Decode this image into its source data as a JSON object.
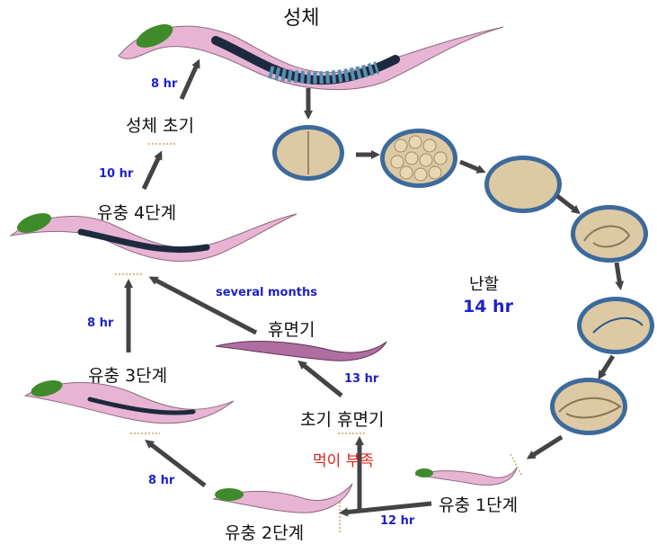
{
  "title": "성체",
  "colors": {
    "worm_body": "#e8b4d4",
    "worm_head": "#3f8a2a",
    "gonad": "#1d2a3e",
    "egg_fill": "#ddc9a3",
    "egg_rim": "#3d6a9c",
    "arrow": "#444444",
    "time_text": "#1f22c8",
    "warning_text": "#e0221b"
  },
  "labels": {
    "adult_early": "성체 초기",
    "larva4": "유충 4단계",
    "larva3": "유충 3단계",
    "larva2": "유충 2단계",
    "larva1": "유충 1단계",
    "dauer": "휴면기",
    "predauer": "초기 휴면기",
    "cleavage": "난할",
    "food_shortage": "먹이 부족"
  },
  "times": {
    "l4_to_adult": "8 hr",
    "early_adult": "10 hr",
    "l3_to_l4": "8 hr",
    "dauer_to_l4": "several months",
    "predauer_to_dauer": "13 hr",
    "l2_to_l3": "8 hr",
    "l1_to_l2": "12 hr",
    "cleavage": "14 hr"
  }
}
